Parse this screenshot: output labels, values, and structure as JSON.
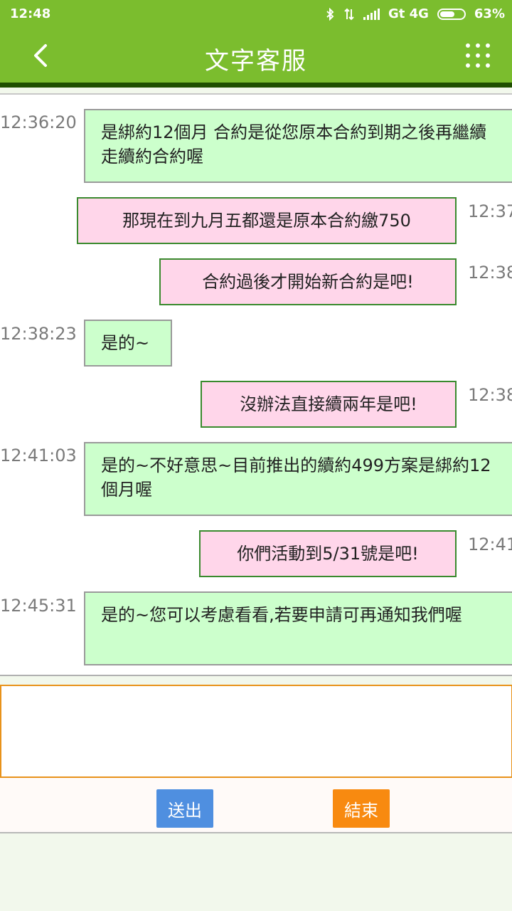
{
  "status_bar": {
    "time": "12:48",
    "network": "Gt 4G",
    "battery": "63%",
    "battery_level": 0.63,
    "icons": [
      "bluetooth-icon",
      "data-transfer-icon",
      "signal-icon",
      "battery-icon"
    ]
  },
  "header": {
    "title": "文字客服",
    "back_icon": "chevron-left-icon",
    "menu_icon": "grid-dots-icon"
  },
  "messages": [
    {
      "side": "in",
      "time": "12:36:20",
      "text": "是綁約12個月 合約是從您原本合約到期之後再繼續走續約合約喔"
    },
    {
      "side": "out",
      "time": "12:37",
      "text": "那現在到九月五都還是原本合約繳750"
    },
    {
      "side": "out",
      "time": "12:38",
      "text": "合約過後才開始新合約是吧!"
    },
    {
      "side": "in",
      "time": "12:38:23",
      "text": "是的~"
    },
    {
      "side": "out",
      "time": "12:38",
      "text": "沒辦法直接續兩年是吧!"
    },
    {
      "side": "in",
      "time": "12:41:03",
      "text": "是的~不好意思~目前推出的續約499方案是綁約12個月喔"
    },
    {
      "side": "out",
      "time": "12:41",
      "text": "你們活動到5/31號是吧!"
    },
    {
      "side": "in",
      "time": "12:45:31",
      "text": "是的~您可以考慮看看,若要申請可再通知我們喔"
    }
  ],
  "input": {
    "value": "",
    "placeholder": ""
  },
  "buttons": {
    "send": "送出",
    "end": "結束"
  },
  "colors": {
    "brand_green": "#7bbd2e",
    "incoming_bubble": "#ccffcc",
    "outgoing_bubble": "#ffd6ea",
    "send_button": "#4f8fe0",
    "end_button": "#f88a10"
  }
}
